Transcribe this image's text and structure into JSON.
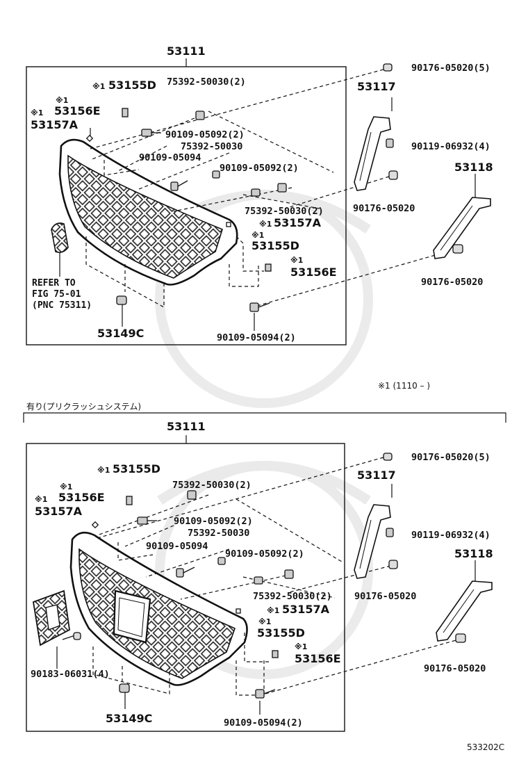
{
  "top": {
    "assembly": "53111",
    "labels": {
      "p53155d": "53155D",
      "p53156e": "53156E",
      "p53157a": "53157A",
      "p75392_2a": "75392-50030(2)",
      "p90109_05092_2a": "90109-05092(2)",
      "p75392_b": "75392-50030",
      "p90109_05094": "90109-05094",
      "p90109_05092_2b": "90109-05092(2)",
      "p75392_2b": "75392-50030(2)",
      "p53157a_b": "53157A",
      "p53155d_b": "53155D",
      "p53156e_b": "53156E",
      "p53149c": "53149C",
      "p90109_05094_2": "90109-05094(2)",
      "p90176_5": "90176-05020(5)",
      "p53117": "53117",
      "p90119_4": "90119-06932(4)",
      "p90176_a": "90176-05020",
      "p53118": "53118",
      "p90176_b": "90176-05020",
      "refer": "REFER TO\nFIG 75-01\n(PNC 75311)"
    }
  },
  "mark": "※1",
  "footnote": "※1 (1110 –     )",
  "bottom": {
    "section_title": "有り(プリクラッシュシステム)",
    "assembly": "53111",
    "labels": {
      "p53155d": "53155D",
      "p53156e": "53156E",
      "p53157a": "53157A",
      "p75392_2a": "75392-50030(2)",
      "p90109_05092_2a": "90109-05092(2)",
      "p75392_b": "75392-50030",
      "p90109_05094": "90109-05094",
      "p90109_05092_2b": "90109-05092(2)",
      "p75392_2b": "75392-50030(2)",
      "p53157a_b": "53157A",
      "p53155d_b": "53155D",
      "p53156e_b": "53156E",
      "p90183": "90183-06031(4)",
      "p53149c": "53149C",
      "p90109_05094_2": "90109-05094(2)",
      "p90176_5": "90176-05020(5)",
      "p53117": "53117",
      "p90119_4": "90119-06932(4)",
      "p90176_a": "90176-05020",
      "p53118": "53118",
      "p90176_b": "90176-05020"
    }
  },
  "figure_code": "533202C"
}
